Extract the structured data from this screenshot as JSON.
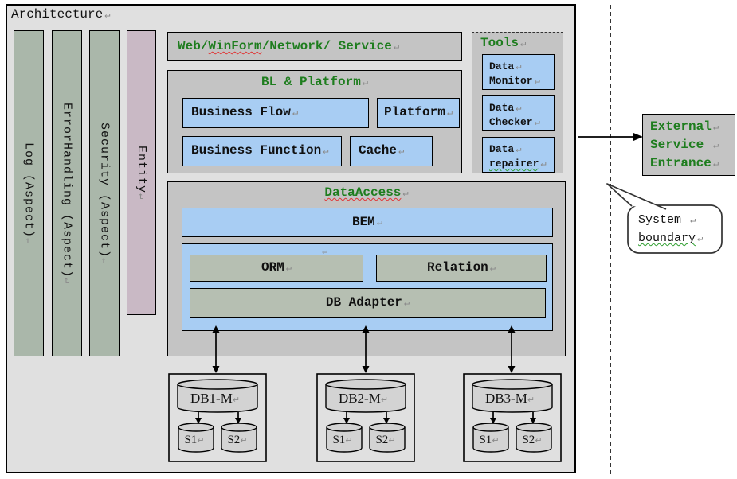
{
  "marks": {
    "cr": "↵"
  },
  "colors": {
    "green": "#1e7d1e",
    "blue": "#a8cdf3",
    "section_gray": "#c4c4c4",
    "arch_bg": "#e0e0e0",
    "aspect_green": "#aab7aa",
    "entity_pink": "#c9b9c5",
    "module_green": "#b6bfb2",
    "cylinder_gray": "#d3d3d3",
    "squiggle_red": "#e03434",
    "squiggle_green": "#2f9e2f"
  },
  "architecture": {
    "title": "Architecture"
  },
  "aspect_bars": [
    {
      "label": "Log (Aspect)"
    },
    {
      "label": "ErrorHandling (Aspect)"
    },
    {
      "label": "Security (Aspect)"
    },
    {
      "label": "Entity"
    }
  ],
  "web_service_box": {
    "label_pre": "Web/",
    "label_misspelled": "WinForm",
    "label_post": "/Network/ Service"
  },
  "bl_platform_box": {
    "title": "BL & Platform",
    "business_flow": "Business Flow",
    "platform": "Platform",
    "business_function": "Business Function",
    "cache": "Cache"
  },
  "tools_box": {
    "title": "Tools",
    "items": [
      {
        "line1": "Data",
        "line2": "Monitor"
      },
      {
        "line1": "Data",
        "line2": "Checker"
      },
      {
        "line1": "Data",
        "line2": "repairer"
      }
    ]
  },
  "data_access_box": {
    "title": "DataAccess",
    "bem": "BEM",
    "orm": "ORM",
    "relation": "Relation",
    "db_adapter": "DB Adapter"
  },
  "db_groups": [
    {
      "master": "DB1-M",
      "slave1": "S1",
      "slave2": "S2"
    },
    {
      "master": "DB2-M",
      "slave1": "S1",
      "slave2": "S2"
    },
    {
      "master": "DB3-M",
      "slave1": "S1",
      "slave2": "S2"
    }
  ],
  "external_box": {
    "line1": "External",
    "line2": "Service ",
    "line3": "Entrance"
  },
  "system_boundary": {
    "callout_line1": "System ",
    "callout_line2": "boundary"
  }
}
